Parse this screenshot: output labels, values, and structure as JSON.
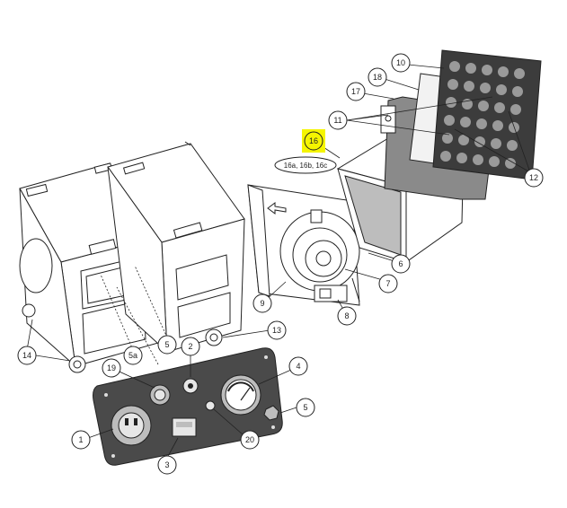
{
  "callouts": {
    "c10": "10",
    "c18": "18",
    "c17": "17",
    "c11": "11",
    "c16": "16",
    "c12": "12",
    "c6": "6",
    "c7": "7",
    "c8": "8",
    "c9": "9",
    "c13": "13",
    "c14": "14",
    "c5a": "5a",
    "c5top": "5",
    "c19": "19",
    "c2": "2",
    "c4": "4",
    "c5panel": "5",
    "c1": "1",
    "c3": "3",
    "c20": "20"
  },
  "notes": {
    "filter_variants": "16a, 16b, 16c"
  },
  "colors": {
    "highlight": "#f5f500",
    "panel": "#4a4a4a",
    "filter_grid": "#9a9a9a",
    "prefilter_frame": "#3c3c3c"
  }
}
